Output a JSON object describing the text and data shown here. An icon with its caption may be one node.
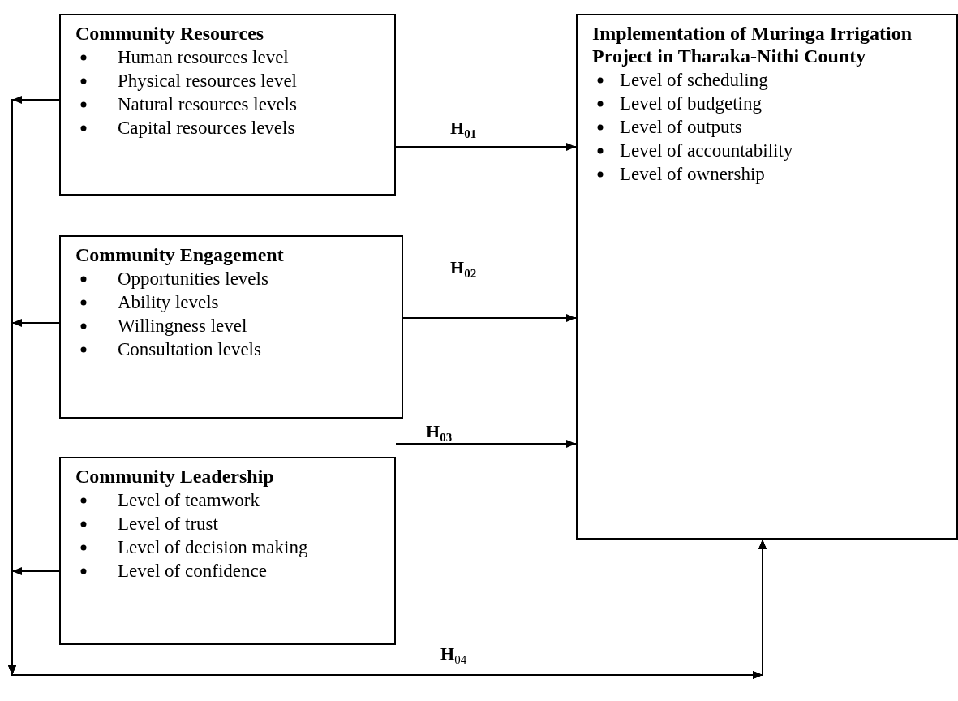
{
  "diagram": {
    "nodes": [
      {
        "text": [
          "Community Resources",
          "Human resources level",
          "Physical resources level",
          "Natural resources levels",
          "Capital resources levels"
        ]
      },
      {
        "text": [
          "Community Engagement",
          "Opportunities levels",
          "Ability levels",
          "Willingness level",
          "Consultation levels"
        ]
      },
      {
        "text": [
          "Community Leadership",
          "Level of teamwork",
          "Level of trust",
          "Level of decision making",
          "Level of confidence"
        ]
      },
      {
        "text": [
          "Implementation of Muringa Irrigation Project in Tharaka-Nithi County",
          "Level of scheduling",
          "Level of budgeting",
          "Level of outputs",
          "Level of accountability",
          "Level of ownership"
        ]
      }
    ],
    "edges": [
      {
        "from": 0,
        "to": 3,
        "arrow": "to",
        "label": "H$_{01}$"
      },
      {
        "from": 1,
        "to": 3,
        "arrow": "to",
        "label": "H$_{02}$"
      },
      {
        "from": 2,
        "to": 3,
        "arrow": "to",
        "label": "H$_{03}$"
      },
      {
        "from": 0,
        "to": 3,
        "arrow": "to",
        "label": "**H**$_{04}$"
      },
      {
        "from": 1,
        "to": 3,
        "arrow": "to"
      },
      {
        "from": 2,
        "to": 3,
        "arrow": "to"
      }
    ]
  }
}
